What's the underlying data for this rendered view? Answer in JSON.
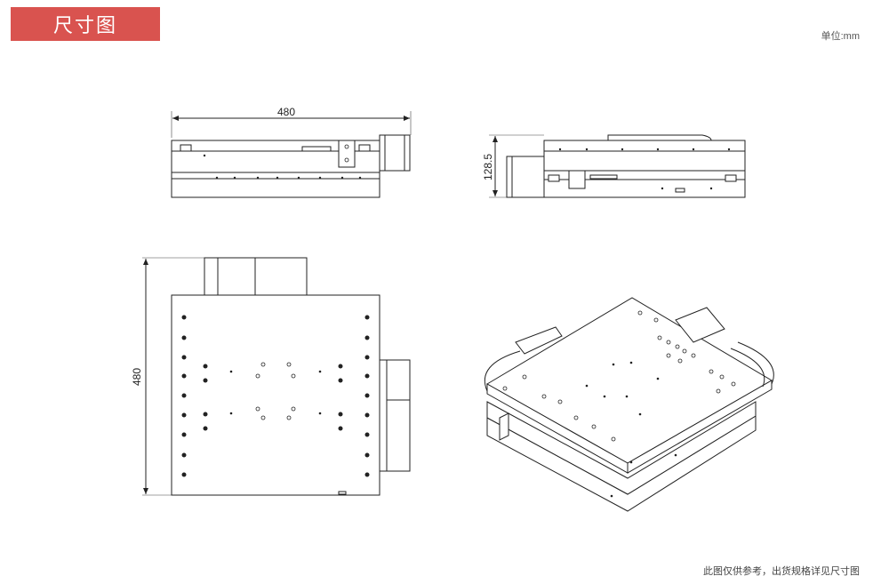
{
  "header": {
    "title": "尺寸图",
    "unit": "单位:mm"
  },
  "dimensions": {
    "top_width": "480",
    "side_height": "128.5",
    "plan_height": "480"
  },
  "footer": {
    "note": "此图仅供参考，出货规格详见尺寸图"
  },
  "colors": {
    "accent": "#d9534f"
  }
}
